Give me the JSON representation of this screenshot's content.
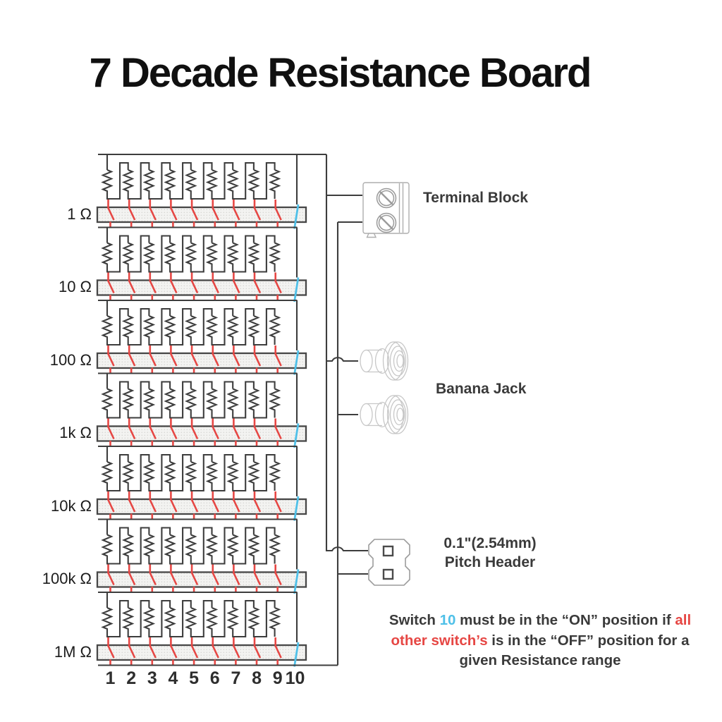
{
  "title": "7 Decade Resistance Board",
  "board": {
    "decade_labels": [
      "1 Ω",
      "10 Ω",
      "100 Ω",
      "1k Ω",
      "10k Ω",
      "100k Ω",
      "1M Ω"
    ],
    "switch_numbers": [
      "1",
      "2",
      "3",
      "4",
      "5",
      "6",
      "7",
      "8",
      "9",
      "10"
    ],
    "rows": 7,
    "resistors_per_row": 9,
    "switches_per_row": 10
  },
  "callouts": {
    "terminal_block": "Terminal Block",
    "banana_jack": "Banana Jack",
    "pitch_header": [
      "0.1\"(2.54mm)",
      "Pitch Header"
    ]
  },
  "note_lines": [
    [
      {
        "text": "Switch ",
        "color": "base"
      },
      {
        "text": "10",
        "color": "on"
      },
      {
        "text": " must be in the “ON” position if ",
        "color": "base"
      },
      {
        "text": "all",
        "color": "off"
      }
    ],
    [
      {
        "text": "other switch’s",
        "color": "off"
      },
      {
        "text": " is in the “OFF” position for a",
        "color": "base"
      }
    ],
    [
      {
        "text": "given Resistance range",
        "color": "base"
      }
    ]
  ],
  "colors": {
    "line": "#3d3d3d",
    "switch_off": "#e64744",
    "switch_on": "#4fc0e8",
    "text": "#3a3a3a",
    "title": "#101010"
  }
}
